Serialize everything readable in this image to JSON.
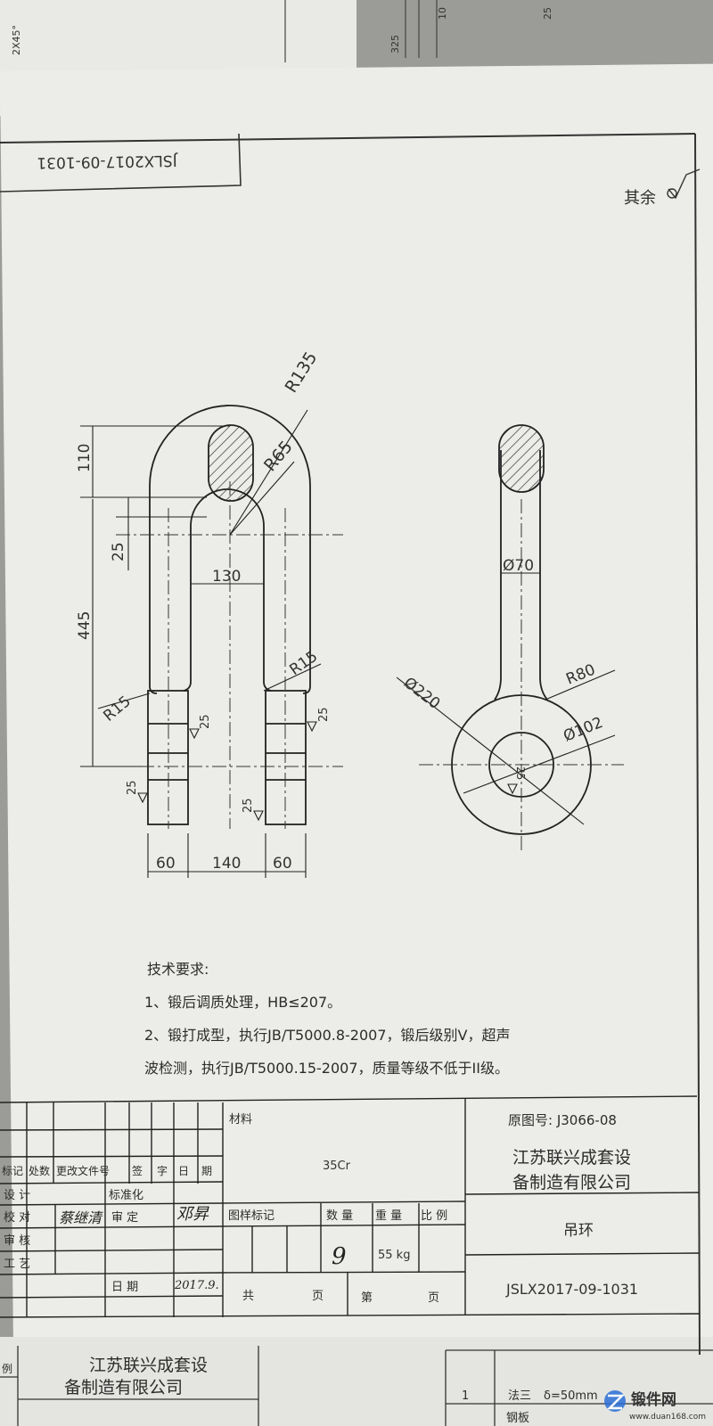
{
  "top_fragments": {
    "chamfer": "2X45°",
    "dim_325": "325",
    "dim_10": "10",
    "dim_25": "25"
  },
  "drawing_number_box": "JSLX2017-09-1031",
  "surface_note": "其余",
  "front_view": {
    "r135": "R135",
    "r65": "R65",
    "d110": "110",
    "d25": "25",
    "d130": "130",
    "d445": "445",
    "r15_left": "R15",
    "r15_right": "R15",
    "rough_a": "25",
    "rough_b": "25",
    "rough_c": "25",
    "rough_d": "25",
    "w60_left": "60",
    "w140": "140",
    "w60_right": "60"
  },
  "side_view": {
    "d70": "Ø70",
    "r80": "R80",
    "d220": "Ø220",
    "d102": "Ø102",
    "rough_center": "25"
  },
  "tech_requirements": {
    "heading": "技术要求:",
    "line1": "1、锻后调质处理，HB≤207。",
    "line2": "2、锻打成型，执行JB/T5000.8-2007，锻后级别V，超声",
    "line3": "波检测，执行JB/T5000.15-2007，质量等级不低于II级。"
  },
  "original_drawing_no": "原图号: J3066-08",
  "title_block": {
    "material_label": "材料",
    "material_value": "35Cr",
    "company_line1": "江苏联兴成套设",
    "company_line2": "备制造有限公司",
    "rev_headers": [
      "标记",
      "处数",
      "更改文件号",
      "签",
      "字",
      "日",
      "期"
    ],
    "role_design": "设  计",
    "role_check": "校  对",
    "role_review": "审  核",
    "role_process": "工  艺",
    "standardize": "标准化",
    "approve": "审  定",
    "date_label": "日  期",
    "sign_check": "蔡继清",
    "sign_approve": "邓昇",
    "sign_date": "2017.9.",
    "stage_label": "图样标记",
    "qty_label": "数 量",
    "weight_label": "重 量",
    "scale_label": "比 例",
    "qty_value": "9",
    "weight_value": "55 kg",
    "total_label": "共",
    "page_label": "页",
    "sheet_label": "第",
    "sheet_page_label": "页",
    "part_name": "吊环",
    "part_number": "JSLX2017-09-1031"
  },
  "bottom_sheet": {
    "company_line1": "江苏联兴成套设",
    "company_line2": "备制造有限公司",
    "frag_method": "法三",
    "frag_delta": "δ=50mm",
    "frag_steel": "钢板",
    "frag_one": "1",
    "frag_left": "例"
  },
  "watermark": {
    "name": "锻件网",
    "url": "www.duan168.com"
  }
}
